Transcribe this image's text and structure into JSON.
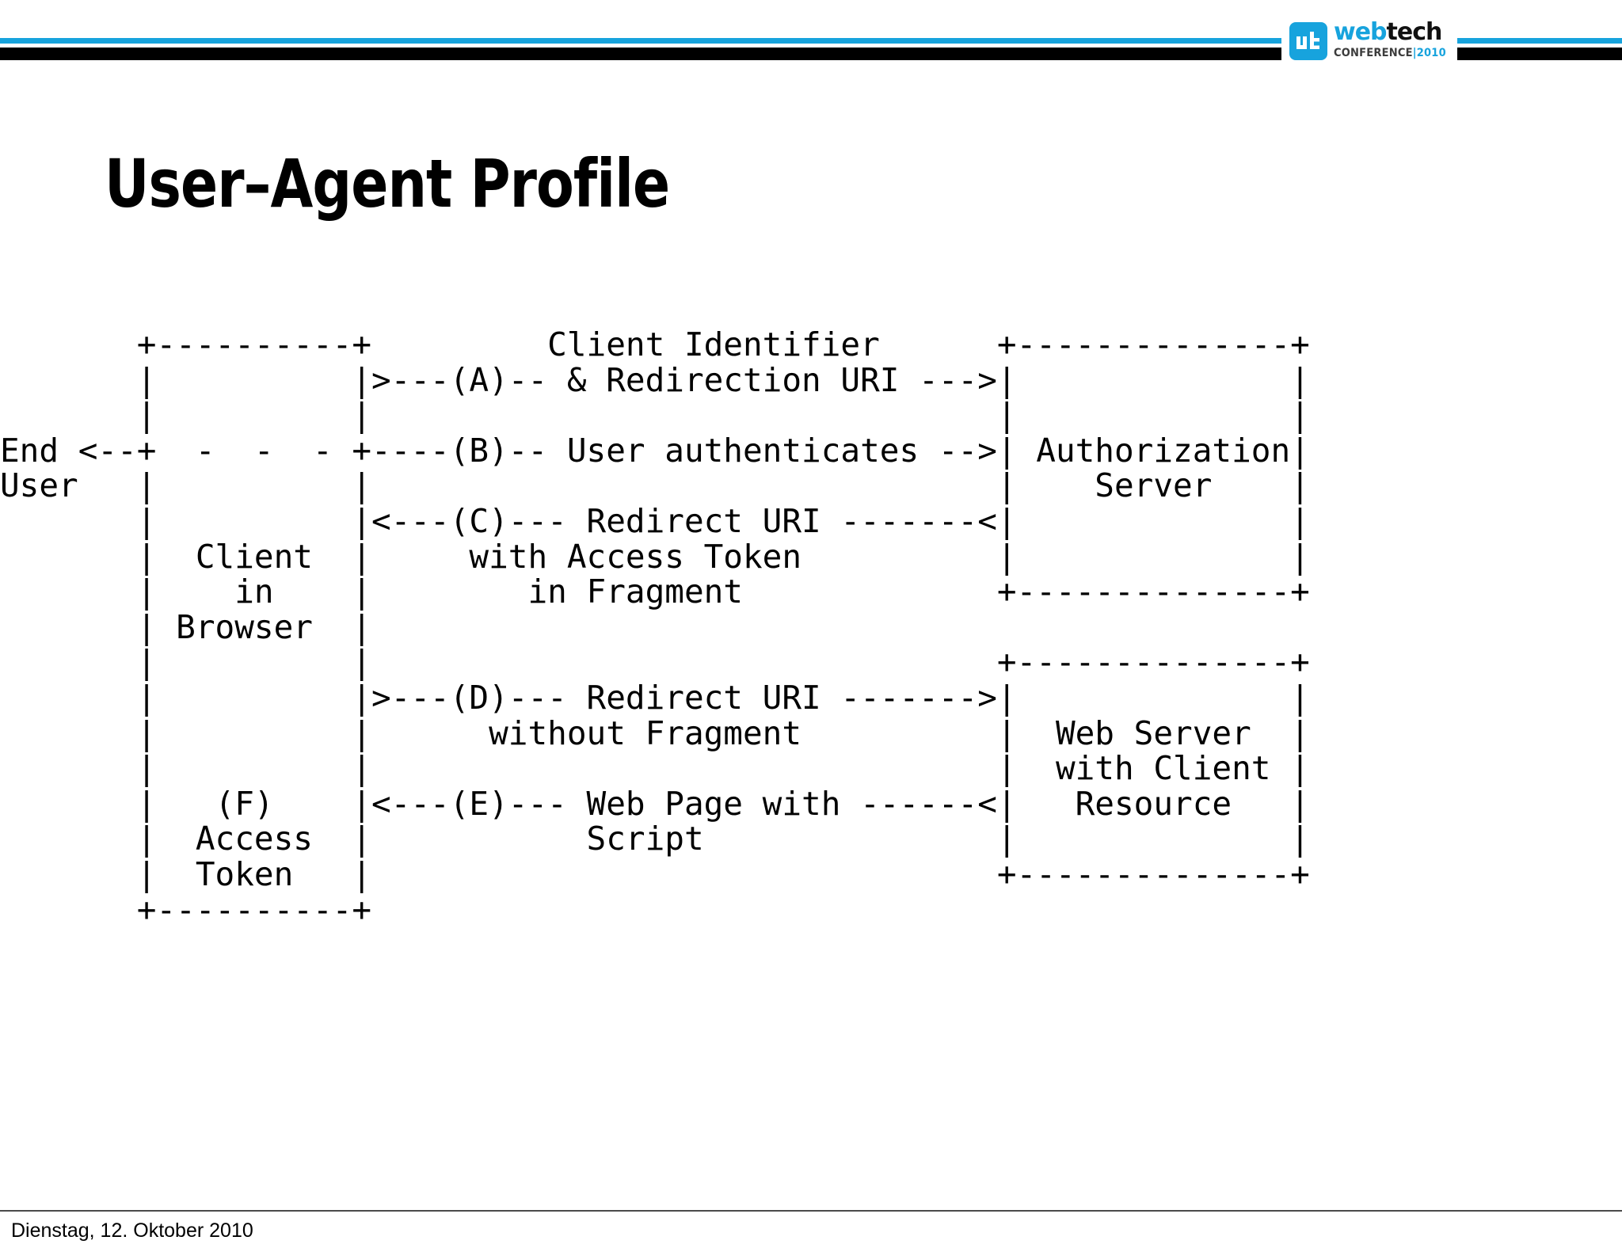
{
  "slide": {
    "title": "User–Agent Profile",
    "footer_date": "Dienstag, 12. Oktober 2010"
  },
  "brand": {
    "mark_icon": "webtech-logo-icon",
    "word_web": "web",
    "word_tech": "tech",
    "sub_conference": "CONFERENCE",
    "sub_pipe": "|",
    "sub_year": "2010",
    "accent_color": "#17a3dd",
    "dark_color": "#111111",
    "sub_gray": "#3c3c3c"
  },
  "decor": {
    "bar_blue_color": "#17a3dd",
    "bar_black_color": "#000000",
    "footer_rule_color": "#4a4a4a"
  },
  "diagram": {
    "type": "ascii-art-flow",
    "font": "monospace",
    "lines": [
      "       +----------+          Client Identifier      +---------------+",
      "       |          |>---(A)-- & Redirection URI ---->|               |",
      "       |          |                                 |               |",
      "End <--+    -  -  +----(B)-- User authenticates -->|  Authorization  |",
      "User   |          |                                 |     Server     |",
      "       |          |<---(C)--- Redirect URI --------<|               |",
      "       |  Client  |     with Access Token           |               |",
      "       |    in    |        in Fragment              +---------------+",
      "       | Browser  |",
      "       |          |                                 +---------------+",
      "       |          |>---(D)--- Redirect URI -------->|               |",
      "       |          |      without Fragment           |   Web Server  |",
      "       |          |                                 |  with Client  |",
      "       |   (F)    |<---(E)--- Web Page with ------<|    Resource    |",
      "       |  Access  |           Script                |               |",
      "       |  Token   |                                 +---------------+",
      "       +----------+"
    ],
    "rendered_lines": [
      "       +----------+         Client Identifier      +--------------+",
      "       |          |>---(A)-- & Redirection URI --->|              |",
      "       |          |                                |              |",
      "End <--+  -  -  - +----(B)-- User authenticates -->| Authorization|",
      "User   |          |                                |    Server    |",
      "       |          |<---(C)--- Redirect URI -------<|              |",
      "       |  Client  |     with Access Token          |              |",
      "       |    in    |        in Fragment             +--------------+",
      "       | Browser  |",
      "       |          |                                +--------------+",
      "       |          |>---(D)--- Redirect URI ------->|              |",
      "       |          |      without Fragment          |  Web Server  |",
      "       |          |                                |  with Client |",
      "       |   (F)    |<---(E)--- Web Page with ------<|   Resource   |",
      "       |  Access  |           Script               |              |",
      "       |  Token   |                                +--------------+",
      "       +----------+"
    ],
    "nodes": [
      {
        "id": "end-user",
        "label": "End User"
      },
      {
        "id": "client-in-browser",
        "label": "Client in Browser"
      },
      {
        "id": "authorization-server",
        "label": "Authorization Server"
      },
      {
        "id": "web-server-client-resource",
        "label": "Web Server with Client Resource"
      }
    ],
    "steps": [
      {
        "key": "A",
        "label": "Client Identifier & Redirection URI",
        "direction": "client-to-authz"
      },
      {
        "key": "B",
        "label": "User authenticates",
        "direction": "enduser-to-authz"
      },
      {
        "key": "C",
        "label": "Redirect URI with Access Token in Fragment",
        "direction": "authz-to-client"
      },
      {
        "key": "D",
        "label": "Redirect URI without Fragment",
        "direction": "client-to-webserver"
      },
      {
        "key": "E",
        "label": "Web Page with Script",
        "direction": "webserver-to-client"
      },
      {
        "key": "F",
        "label": "Access Token",
        "direction": "client-internal"
      }
    ]
  }
}
